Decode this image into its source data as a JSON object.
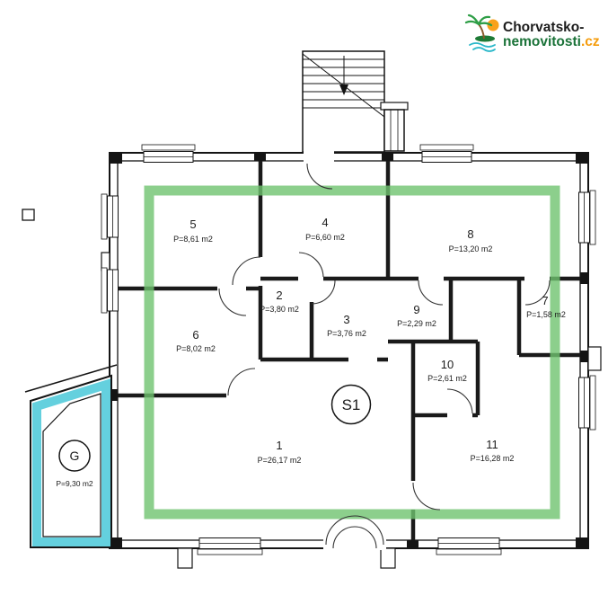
{
  "brand": {
    "name_line1": "Chorvatsko-",
    "name_line2": "nemovitosti",
    "name_suffix": ".cz",
    "colors": {
      "green": "#1b7339",
      "orange": "#f59c0c",
      "teal": "#29b7c9"
    }
  },
  "floorplan": {
    "unit_label": "S1",
    "garage": {
      "label": "G",
      "area": "P=9,30 m2"
    },
    "rooms": [
      {
        "number": "5",
        "area": "P=8,61 m2"
      },
      {
        "number": "4",
        "area": "P=6,60 m2"
      },
      {
        "number": "8",
        "area": "P=13,20 m2"
      },
      {
        "number": "2",
        "area": "P=3,80 m2"
      },
      {
        "number": "3",
        "area": "P=3,76 m2"
      },
      {
        "number": "9",
        "area": "P=2,29 m2"
      },
      {
        "number": "7",
        "area": "P=1,58 m2"
      },
      {
        "number": "6",
        "area": "P=8,02 m2"
      },
      {
        "number": "10",
        "area": "P=2,61 m2"
      },
      {
        "number": "1",
        "area": "P=26,17 m2"
      },
      {
        "number": "11",
        "area": "P=16,28 m2"
      }
    ],
    "highlight_colors": {
      "apartment": "#6fc36f",
      "garage": "#49c8d8"
    }
  }
}
